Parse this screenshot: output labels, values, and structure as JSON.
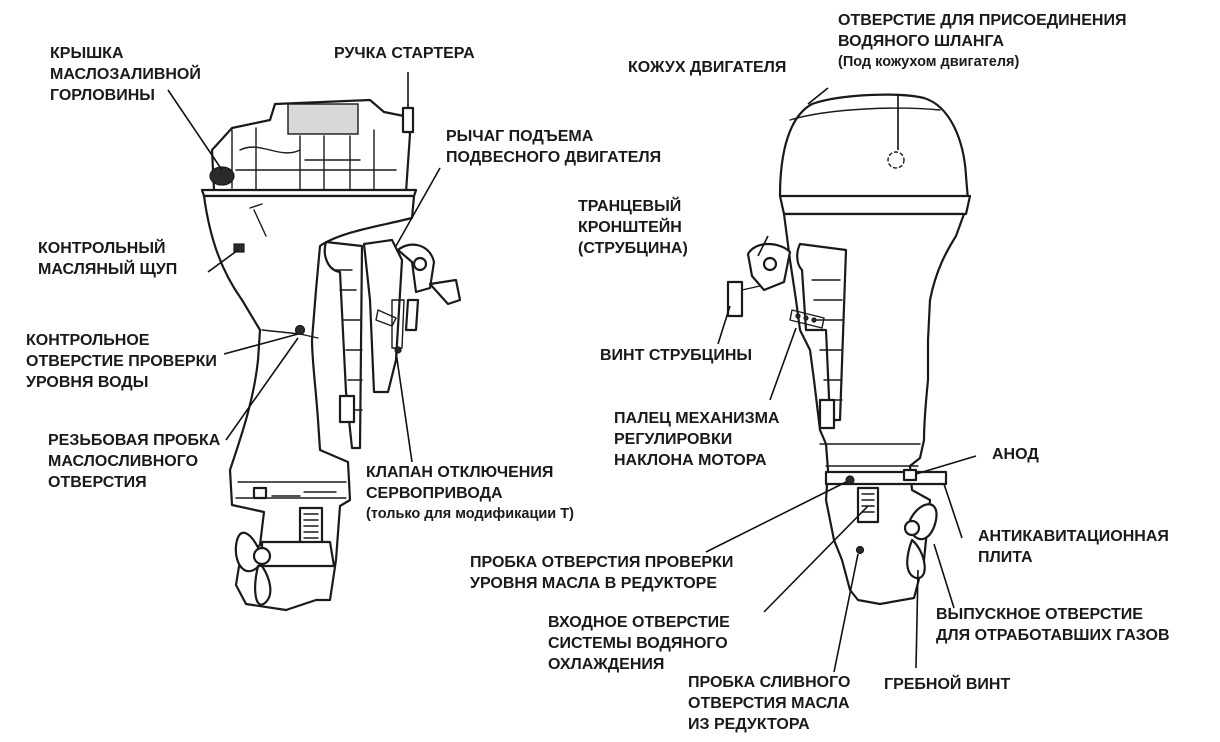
{
  "labels": {
    "oil_filler_cap": [
      "КРЫШКА",
      "МАСЛОЗАЛИВНОЙ",
      "ГОРЛОВИНЫ"
    ],
    "starter_grip": [
      "РУЧКА СТАРТЕРА"
    ],
    "tilt_lever": [
      "РЫЧАГ ПОДЪЕМА",
      "ПОДВЕСНОГО ДВИГАТЕЛЯ"
    ],
    "oil_dipstick": [
      "КОНТРОЛЬНЫЙ",
      "МАСЛЯНЫЙ ЩУП"
    ],
    "water_check_hole": [
      "КОНТРОЛЬНОЕ",
      "ОТВЕРСТИЕ ПРОВЕРКИ",
      "УРОВНЯ ВОДЫ"
    ],
    "oil_drain_plug": [
      "РЕЗЬБОВАЯ ПРОБКА",
      "МАСЛОСЛИВНОГО",
      "ОТВЕРСТИЯ"
    ],
    "servo_valve": [
      "КЛАПАН ОТКЛЮЧЕНИЯ",
      "СЕРВОПРИВОДА"
    ],
    "servo_valve_note": "(только для модификации T)",
    "engine_cover": [
      "КОЖУХ ДВИГАТЕЛЯ"
    ],
    "hose_port": [
      "ОТВЕРСТИЕ ДЛЯ ПРИСОЕДИНЕНИЯ",
      "ВОДЯНОГО ШЛАНГА"
    ],
    "hose_port_note": "(Под кожухом двигателя)",
    "transom_bracket": [
      "ТРАНЦЕВЫЙ",
      "КРОНШТЕЙН",
      "(СТРУБЦИНА)"
    ],
    "clamp_screw": [
      "ВИНТ СТРУБЦИНЫ"
    ],
    "trim_pin": [
      "ПАЛЕЦ МЕХАНИЗМА",
      "РЕГУЛИРОВКИ",
      "НАКЛОНА МОТОРА"
    ],
    "anode": [
      "АНОД"
    ],
    "anti_cavitation_plate": [
      "АНТИКАВИТАЦИОННАЯ",
      "ПЛИТА"
    ],
    "gear_oil_level_plug": [
      "ПРОБКА ОТВЕРСТИЯ ПРОВЕРКИ",
      "УРОВНЯ МАСЛА В РЕДУКТОРЕ"
    ],
    "water_intake": [
      "ВХОДНОЕ ОТВЕРСТИЕ",
      "СИСТЕМЫ ВОДЯНОГО",
      "ОХЛАЖДЕНИЯ"
    ],
    "exhaust_outlet": [
      "ВЫПУСКНОЕ ОТВЕРСТИЕ",
      "ДЛЯ ОТРАБОТАВШИХ ГАЗОВ"
    ],
    "gear_oil_drain_plug": [
      "ПРОБКА СЛИВНОГО",
      "ОТВЕРСТИЯ МАСЛА",
      "ИЗ РЕДУКТОРА"
    ],
    "propeller": [
      "ГРЕБНОЙ ВИНТ"
    ]
  },
  "colors": {
    "ink": "#1a1a1a",
    "background": "#ffffff"
  }
}
